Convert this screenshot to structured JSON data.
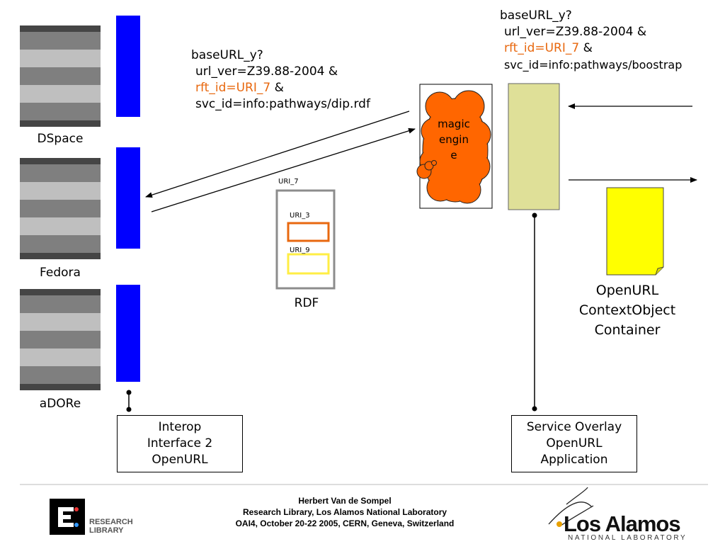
{
  "repositories": [
    {
      "name": "DSpace"
    },
    {
      "name": "Fedora"
    },
    {
      "name": "aDORe"
    }
  ],
  "request_left": {
    "lines": [
      {
        "text": "baseURL_y?",
        "orange": false
      },
      {
        "text": "url_ver=Z39.88-2004 &",
        "orange": false
      },
      {
        "text": "rft_id=URI_7",
        "suffix": " &",
        "orange": true
      },
      {
        "text": "svc_id=info:pathways/dip.rdf",
        "orange": true
      }
    ]
  },
  "request_right": {
    "lines": [
      {
        "text": "baseURL_y?",
        "orange": false
      },
      {
        "text": "url_ver=Z39.88-2004 &",
        "orange": false
      },
      {
        "text": "rft_id=URI_7",
        "suffix": " &",
        "orange": true
      },
      {
        "text": "svc_id=info:pathways/boostrap",
        "orange": true
      }
    ]
  },
  "rdf": {
    "outer_uri": "URI_7",
    "inner_uri_1": "URI_3",
    "inner_uri_2": "URI_9",
    "label": "RDF"
  },
  "cloud": {
    "line1": "magic",
    "line2": "engin",
    "line3": "e"
  },
  "container": {
    "line1": "OpenURL",
    "line2": "ContextObject",
    "line3": "Container"
  },
  "interop_box": {
    "line1": "Interop",
    "line2": "Interface 2",
    "line3": "OpenURL"
  },
  "service_box": {
    "line1": "Service Overlay",
    "line2": "OpenURL",
    "line3": "Application"
  },
  "footer": {
    "line1": "Herbert Van de Sompel",
    "line2": "Research Library, Los Alamos National Laboratory",
    "line3": "OAI4, October 20-22 2005, CERN, Geneva, Switzerland"
  },
  "logo_left": {
    "line1": "RESEARCH",
    "line2": "LIBRARY"
  },
  "logo_right": {
    "main": "Los Alamos",
    "sub": "NATIONAL LABORATORY"
  },
  "colors": {
    "interface_bar": "#0000ff",
    "orange": "#e8680f",
    "cloud": "#ff6600",
    "service_panel": "#dfe098",
    "document": "#ffff00",
    "rdf_frame": "#8c8c8c"
  }
}
